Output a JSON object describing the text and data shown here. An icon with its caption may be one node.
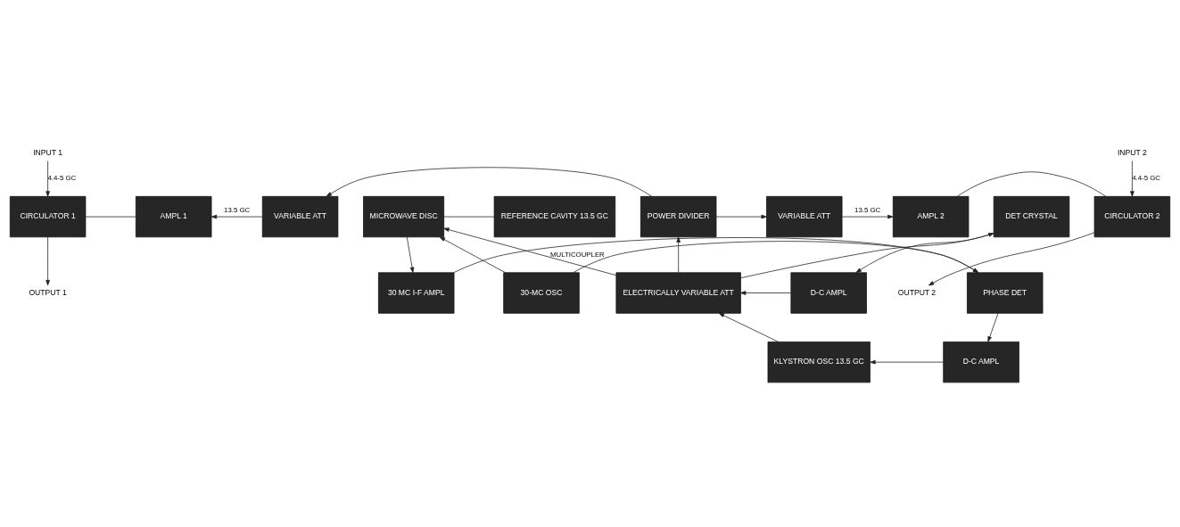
{
  "diagram": {
    "nodes": [
      {
        "text": [
          "INPUT 1"
        ]
      },
      {
        "text": [
          "CIRCULATOR 1"
        ]
      },
      {
        "text": [
          "AMPL 1"
        ]
      },
      {
        "text": [
          "VARIABLE ATT"
        ]
      },
      {
        "text": [
          "POWER DIVIDER"
        ]
      },
      {
        "text": [
          "VARIABLE ATT"
        ]
      },
      {
        "text": [
          "AMPL 2"
        ]
      },
      {
        "text": [
          "INPUT 2"
        ]
      },
      {
        "text": [
          "CIRCULATOR 2"
        ]
      },
      {
        "text": [
          "OUTPUT 1"
        ]
      },
      {
        "text": [
          "OUTPUT 2"
        ]
      },
      {
        "text": [
          "DET CRYSTAL"
        ]
      },
      {
        "text": [
          "MICROWAVE DISC"
        ]
      },
      {
        "text": [
          "REFERENCE CAVITY 13.5 GC"
        ]
      },
      {
        "text": [
          "D-C AMPL"
        ]
      },
      {
        "text": [
          "ELECTRICALLY VARIABLE ATT"
        ]
      },
      {
        "text": [
          "30-MC OSC"
        ]
      },
      {
        "text": [
          "PHASE DET"
        ]
      },
      {
        "text": [
          "30 MC I-F AMPL"
        ]
      },
      {
        "text": [
          "KLYSTRON OSC 13.5 GC"
        ]
      },
      {
        "text": [
          "D-C AMPL"
        ]
      }
    ],
    "edges": [
      {
        "from": 0,
        "to": 1,
        "arrow": "to",
        "label": "4.4-5 GC"
      },
      {
        "from": 1,
        "to": 2,
        "arrow": "none"
      },
      {
        "from": 3,
        "to": 2,
        "arrow": "to",
        "label": "13.5 GC"
      },
      {
        "from": 4,
        "to": 3,
        "arrow": "to"
      },
      {
        "from": 4,
        "to": 5,
        "arrow": "to"
      },
      {
        "from": 5,
        "to": 6,
        "arrow": "to",
        "label": "13.5 GC"
      },
      {
        "from": 6,
        "to": 8,
        "arrow": "none"
      },
      {
        "from": 7,
        "to": 8,
        "arrow": "to",
        "label": "4.4-5 GC"
      },
      {
        "from": 1,
        "to": 9,
        "arrow": "to"
      },
      {
        "from": 8,
        "to": 10,
        "arrow": "to"
      },
      {
        "from": 15,
        "to": 4,
        "arrow": "to"
      },
      {
        "from": 15,
        "to": 11,
        "arrow": "to"
      },
      {
        "from": 15,
        "to": 12,
        "arrow": "to",
        "label": "MULTICOUPLER"
      },
      {
        "from": 11,
        "to": 14,
        "arrow": "to"
      },
      {
        "from": 14,
        "to": 15,
        "arrow": "to"
      },
      {
        "from": 19,
        "to": 15,
        "arrow": "to"
      },
      {
        "from": 12,
        "to": 13,
        "arrow": "none"
      },
      {
        "from": 16,
        "to": 12,
        "arrow": "to"
      },
      {
        "from": 12,
        "to": 18,
        "arrow": "to"
      },
      {
        "from": 16,
        "to": 17,
        "arrow": "to"
      },
      {
        "from": 18,
        "to": 17,
        "arrow": "to"
      },
      {
        "from": 17,
        "to": 20,
        "arrow": "to"
      },
      {
        "from": 20,
        "to": 19,
        "arrow": "to"
      }
    ]
  }
}
